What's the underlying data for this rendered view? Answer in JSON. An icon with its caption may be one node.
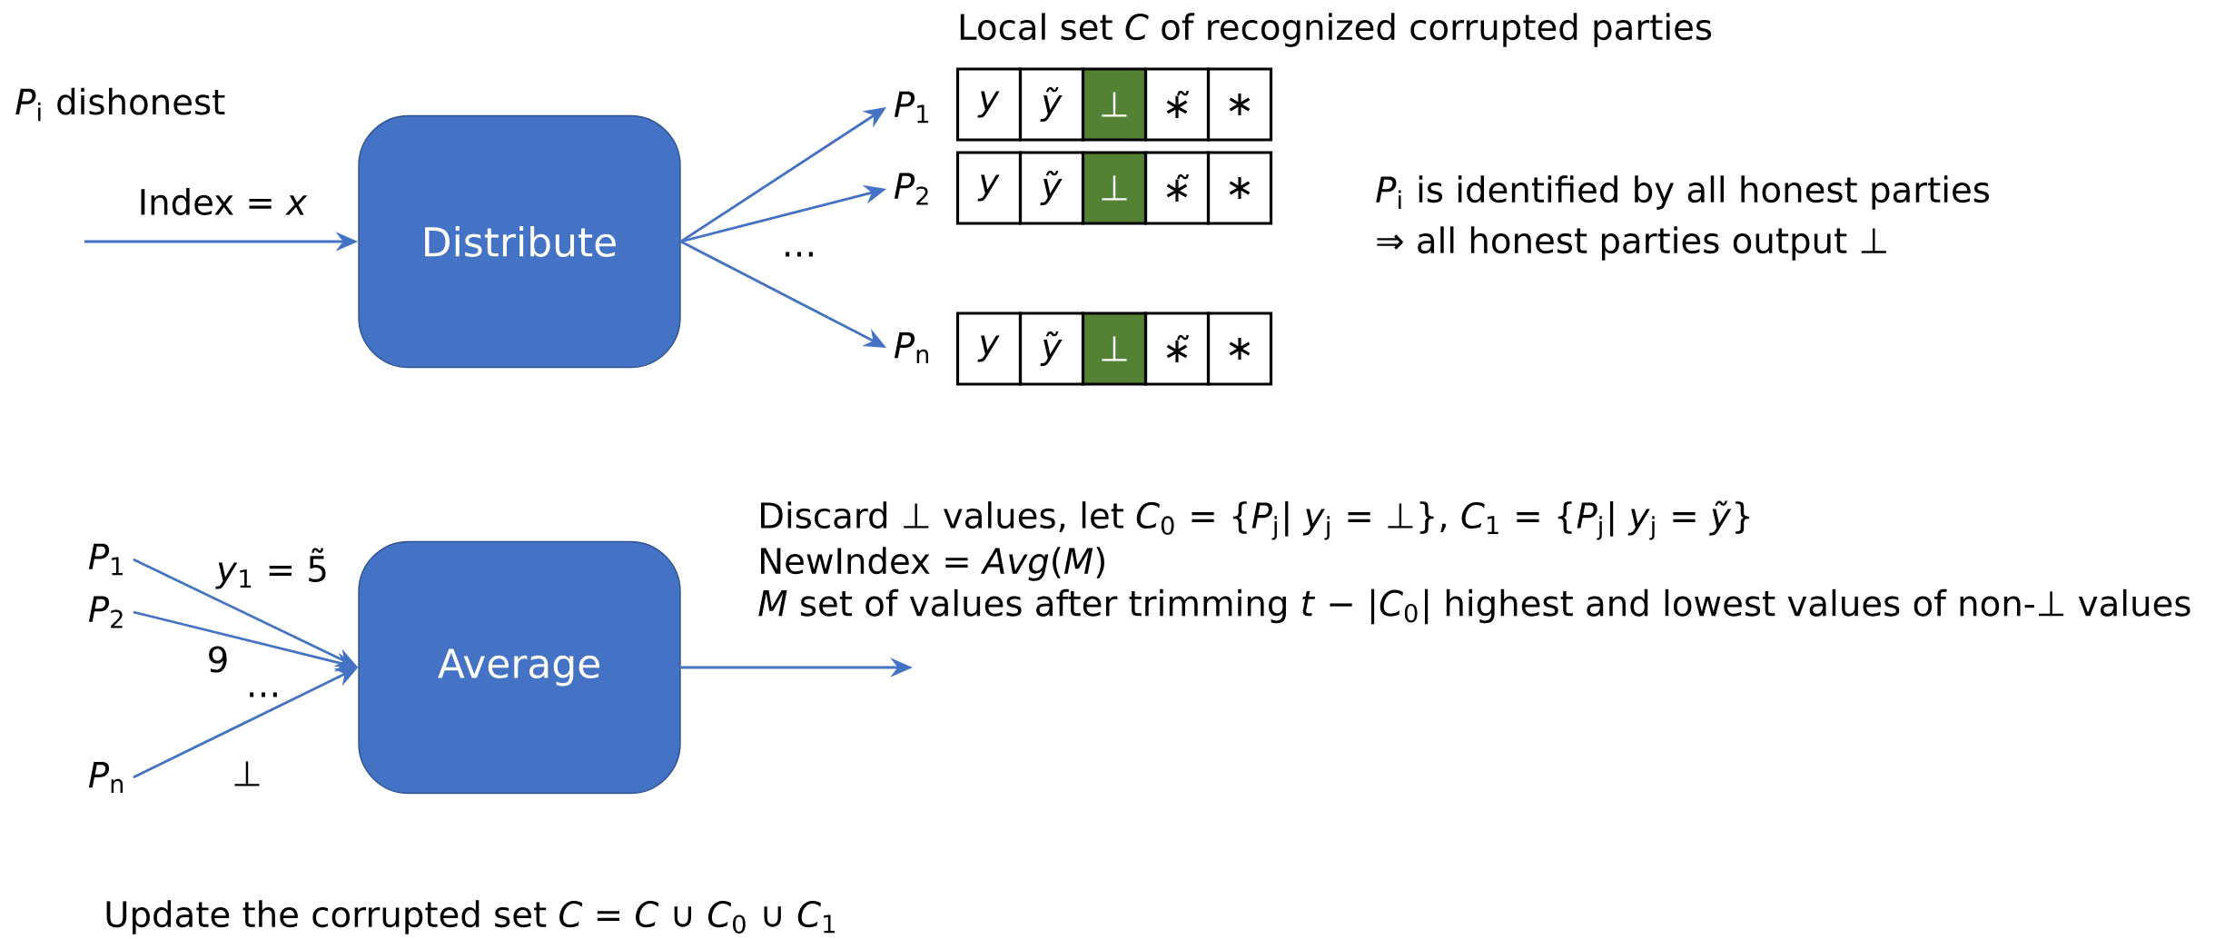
{
  "diagram": {
    "nodes": [
      {
        "text": [
          "Distribute"
        ]
      },
      {
        "text": [
          "*P*$_{1}$"
        ]
      },
      {
        "text": [
          "*y*"
        ]
      },
      {
        "text": [
          "*ỹ*"
        ]
      },
      {
        "text": [
          "⊥"
        ]
      },
      {
        "text": [
          "∗̃"
        ]
      },
      {
        "text": [
          "∗"
        ]
      },
      {
        "text": [
          "*P*$_{2}$"
        ]
      },
      {
        "text": [
          "*y*"
        ]
      },
      {
        "text": [
          "*ỹ*"
        ]
      },
      {
        "text": [
          "⊥"
        ]
      },
      {
        "text": [
          "∗̃"
        ]
      },
      {
        "text": [
          "∗"
        ]
      },
      {
        "text": [
          "*P*$_{n}$"
        ]
      },
      {
        "text": [
          "*y*"
        ]
      },
      {
        "text": [
          "*ỹ*"
        ]
      },
      {
        "text": [
          "⊥"
        ]
      },
      {
        "text": [
          "∗̃"
        ]
      },
      {
        "text": [
          "∗"
        ]
      },
      {
        "text": [
          "*P*$_{1}$"
        ]
      },
      {
        "text": [
          "*P*$_{2}$"
        ]
      },
      {
        "text": [
          "Average"
        ]
      },
      {
        "text": [
          "*P*$_{n}$"
        ]
      }
    ],
    "edges": [
      {
        "from": null,
        "to": 0,
        "arrow": "to",
        "label": "Index = *x*"
      },
      {
        "from": 0,
        "to": 1,
        "arrow": "to"
      },
      {
        "from": 0,
        "to": 7,
        "arrow": "to"
      },
      {
        "from": 0,
        "to": 13,
        "arrow": "to"
      },
      {
        "from": 19,
        "to": 21,
        "arrow": "to",
        "label": "*y*$_{1}$ = 5̃"
      },
      {
        "from": 20,
        "to": 21,
        "arrow": "to",
        "label": "9"
      },
      {
        "from": 22,
        "to": 21,
        "arrow": "to",
        "label": "⊥"
      },
      {
        "from": 21,
        "to": null,
        "arrow": "to"
      }
    ],
    "labels": [
      "*P*$_{i}$ dishonest",
      "Local set *C* of recognized corrupted parties",
      "…",
      "*P*$_{i}$ is identified by all honest parties",
      "⇒ all honest parties output ⊥",
      "…",
      "Discard ⊥ values, let *C*$_{0}$ = {*P*$_{j}$| *y*$_{j}$ = ⊥}, *C*$_{1}$ = {*P*$_{j}$| *y*$_{j}$ = *ỹ*}",
      "NewIndex = *Avg*(*M*)",
      "*M* set of values after trimming *t* − |*C*$_{0}$| highest and lowest values of non-⊥ values",
      "Update the corrupted set *C* = *C* ∪ *C*$_{0}$ ∪ *C*$_{1}$"
    ]
  }
}
